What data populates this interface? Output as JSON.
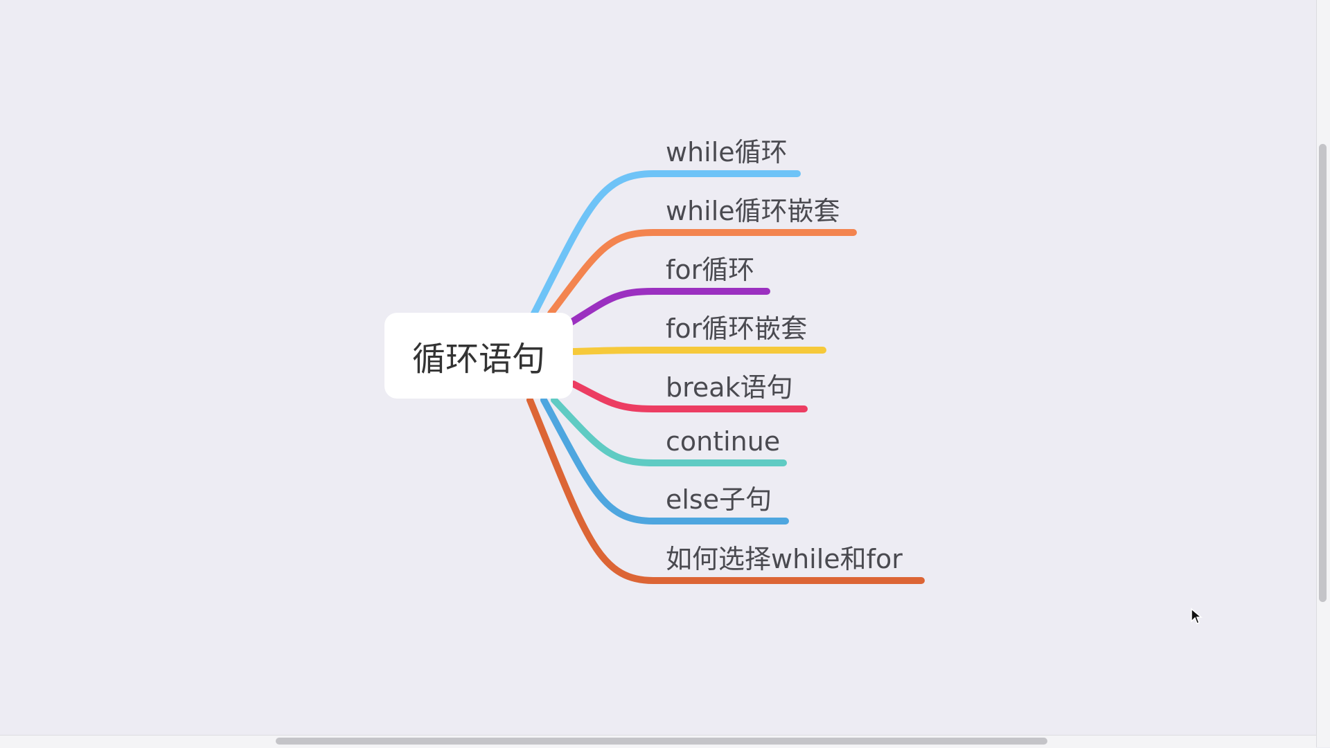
{
  "mindmap": {
    "root": "循环语句",
    "branches": [
      {
        "label": "while循环",
        "color": "#6ec3f7"
      },
      {
        "label": "while循环嵌套",
        "color": "#f3844f"
      },
      {
        "label": "for循环",
        "color": "#9b30c0"
      },
      {
        "label": "for循环嵌套",
        "color": "#f6c93a"
      },
      {
        "label": "break语句",
        "color": "#ec3d62"
      },
      {
        "label": "continue",
        "color": "#5fcbc3"
      },
      {
        "label": "else子句",
        "color": "#4ea6df"
      },
      {
        "label": "如何选择while和for",
        "color": "#dc6535"
      }
    ]
  }
}
